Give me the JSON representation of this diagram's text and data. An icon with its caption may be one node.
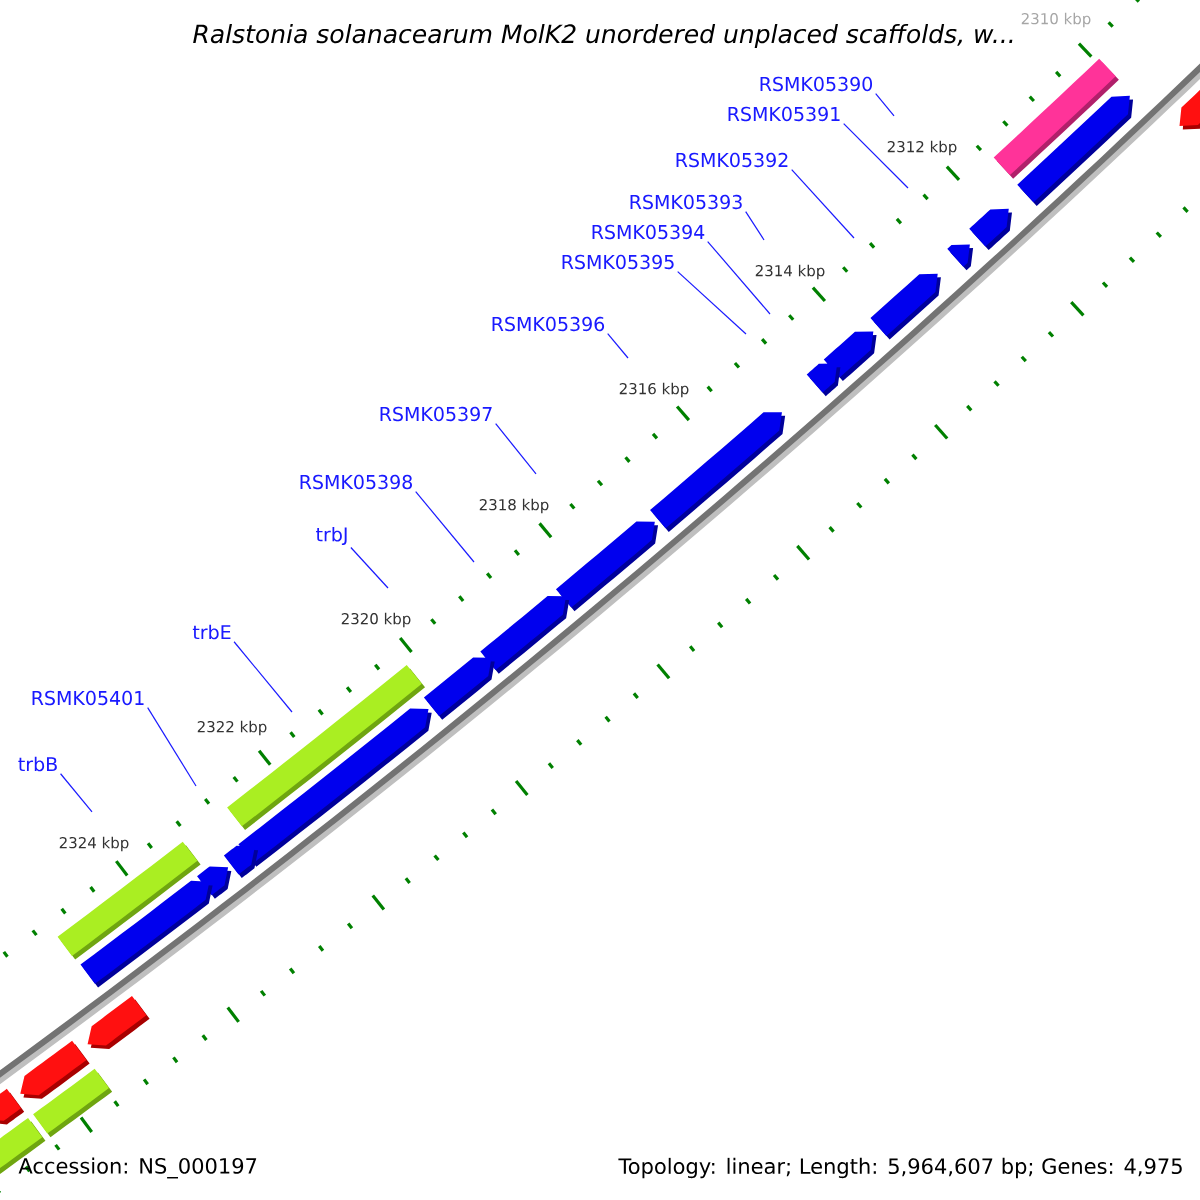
{
  "diagram": {
    "title": "Ralstonia solanacearum MolK2 unordered unplaced scaffolds, w...",
    "nodes": [
      {
        "text": [
          "RSMK05390"
        ]
      },
      {
        "text": [
          "RSMK05391"
        ]
      },
      {
        "text": [
          "RSMK05392"
        ]
      },
      {
        "text": [
          "RSMK05393"
        ]
      },
      {
        "text": [
          "RSMK05394"
        ]
      },
      {
        "text": [
          "RSMK05395"
        ]
      },
      {
        "text": [
          "RSMK05396"
        ]
      },
      {
        "text": [
          "RSMK05397"
        ]
      },
      {
        "text": [
          "RSMK05398"
        ]
      },
      {
        "text": [
          "trbJ"
        ]
      },
      {
        "text": [
          "trbE"
        ]
      },
      {
        "text": [
          "RSMK05401"
        ]
      },
      {
        "text": [
          "trbB"
        ]
      }
    ],
    "edges": [
      {
        "from": 0,
        "to": null,
        "arrow": "none"
      },
      {
        "from": 1,
        "to": null,
        "arrow": "none"
      },
      {
        "from": 2,
        "to": null,
        "arrow": "none"
      },
      {
        "from": 3,
        "to": null,
        "arrow": "none"
      },
      {
        "from": 4,
        "to": null,
        "arrow": "none"
      },
      {
        "from": 5,
        "to": null,
        "arrow": "none"
      },
      {
        "from": 6,
        "to": null,
        "arrow": "none"
      },
      {
        "from": 7,
        "to": null,
        "arrow": "none"
      },
      {
        "from": 8,
        "to": null,
        "arrow": "none"
      },
      {
        "from": 9,
        "to": null,
        "arrow": "none"
      },
      {
        "from": 10,
        "to": null,
        "arrow": "none"
      },
      {
        "from": 11,
        "to": null,
        "arrow": "none"
      },
      {
        "from": 12,
        "to": null,
        "arrow": "none"
      }
    ],
    "labels": [
      "2310 kbp",
      "2312 kbp",
      "2314 kbp",
      "2316 kbp",
      "2318 kbp",
      "2320 kbp",
      "2322 kbp",
      "2324 kbp",
      "Accession: NS_000197",
      "Topology: linear; Length: 5,964,607 bp; Genes: 4,975"
    ]
  }
}
